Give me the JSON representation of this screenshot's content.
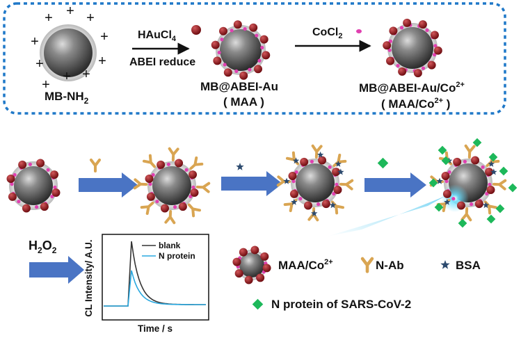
{
  "top_panel": {
    "start_label": "MB-NH",
    "start_label_sub": "2",
    "step1_reagent": "HAuCl",
    "step1_reagent_sub": "4",
    "step1_method": "ABEI reduce",
    "product1_label": "MB@ABEI-Au",
    "product1_short": "( MAA )",
    "step2_reagent": "CoCl",
    "step2_reagent_sub": "2",
    "product2_label": "MB@ABEI-Au/Co",
    "product2_label_sup": "2+",
    "product2_short": "( MAA/Co",
    "product2_short_sup": "2+",
    "product2_short_close": " )"
  },
  "detection": {
    "reagent": "H",
    "reagent_sub1": "2",
    "reagent_mid": "O",
    "reagent_sub2": "2"
  },
  "chart_data": {
    "type": "line",
    "xlabel": "Time / s",
    "ylabel": "CL Intensity/ A.U.",
    "series": [
      {
        "name": "blank",
        "color": "#333333",
        "peak": 1.0
      },
      {
        "name": "N protein",
        "color": "#29a8e0",
        "peak": 0.55
      }
    ]
  },
  "legend": {
    "maa_co": "MAA/Co",
    "maa_co_sup": "2+",
    "n_ab": "N-Ab",
    "bsa": "BSA",
    "n_protein": "N protein of SARS-CoV-2"
  },
  "colors": {
    "dashed_border": "#1f78c8",
    "arrow_blue": "#4a74c4",
    "bead_dark": "#5a5a5a",
    "gold_np": "#8b1418",
    "cobalt": "#e040b0",
    "antibody": "#d9a552",
    "bsa": "#2c4a6e",
    "n_protein": "#1db85a"
  }
}
